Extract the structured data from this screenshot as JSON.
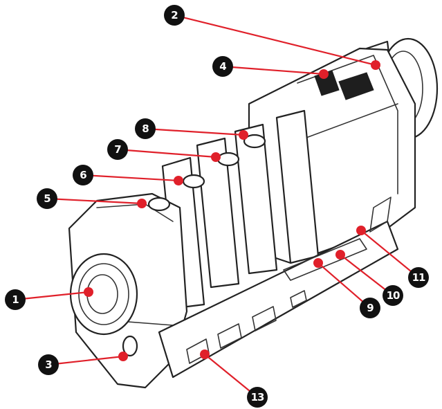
{
  "callouts": [
    {
      "id": "c1",
      "label": "1"
    },
    {
      "id": "c2",
      "label": "2"
    },
    {
      "id": "c3",
      "label": "3"
    },
    {
      "id": "c4",
      "label": "4"
    },
    {
      "id": "c5",
      "label": "5"
    },
    {
      "id": "c6",
      "label": "6"
    },
    {
      "id": "c7",
      "label": "7"
    },
    {
      "id": "c8",
      "label": "8"
    },
    {
      "id": "c9",
      "label": "9"
    },
    {
      "id": "c10",
      "label": "10"
    },
    {
      "id": "c11",
      "label": "11"
    },
    {
      "id": "c13",
      "label": "13"
    }
  ],
  "colors": {
    "leader": "#e0202a",
    "badge": "#111111",
    "outline": "#222222"
  }
}
